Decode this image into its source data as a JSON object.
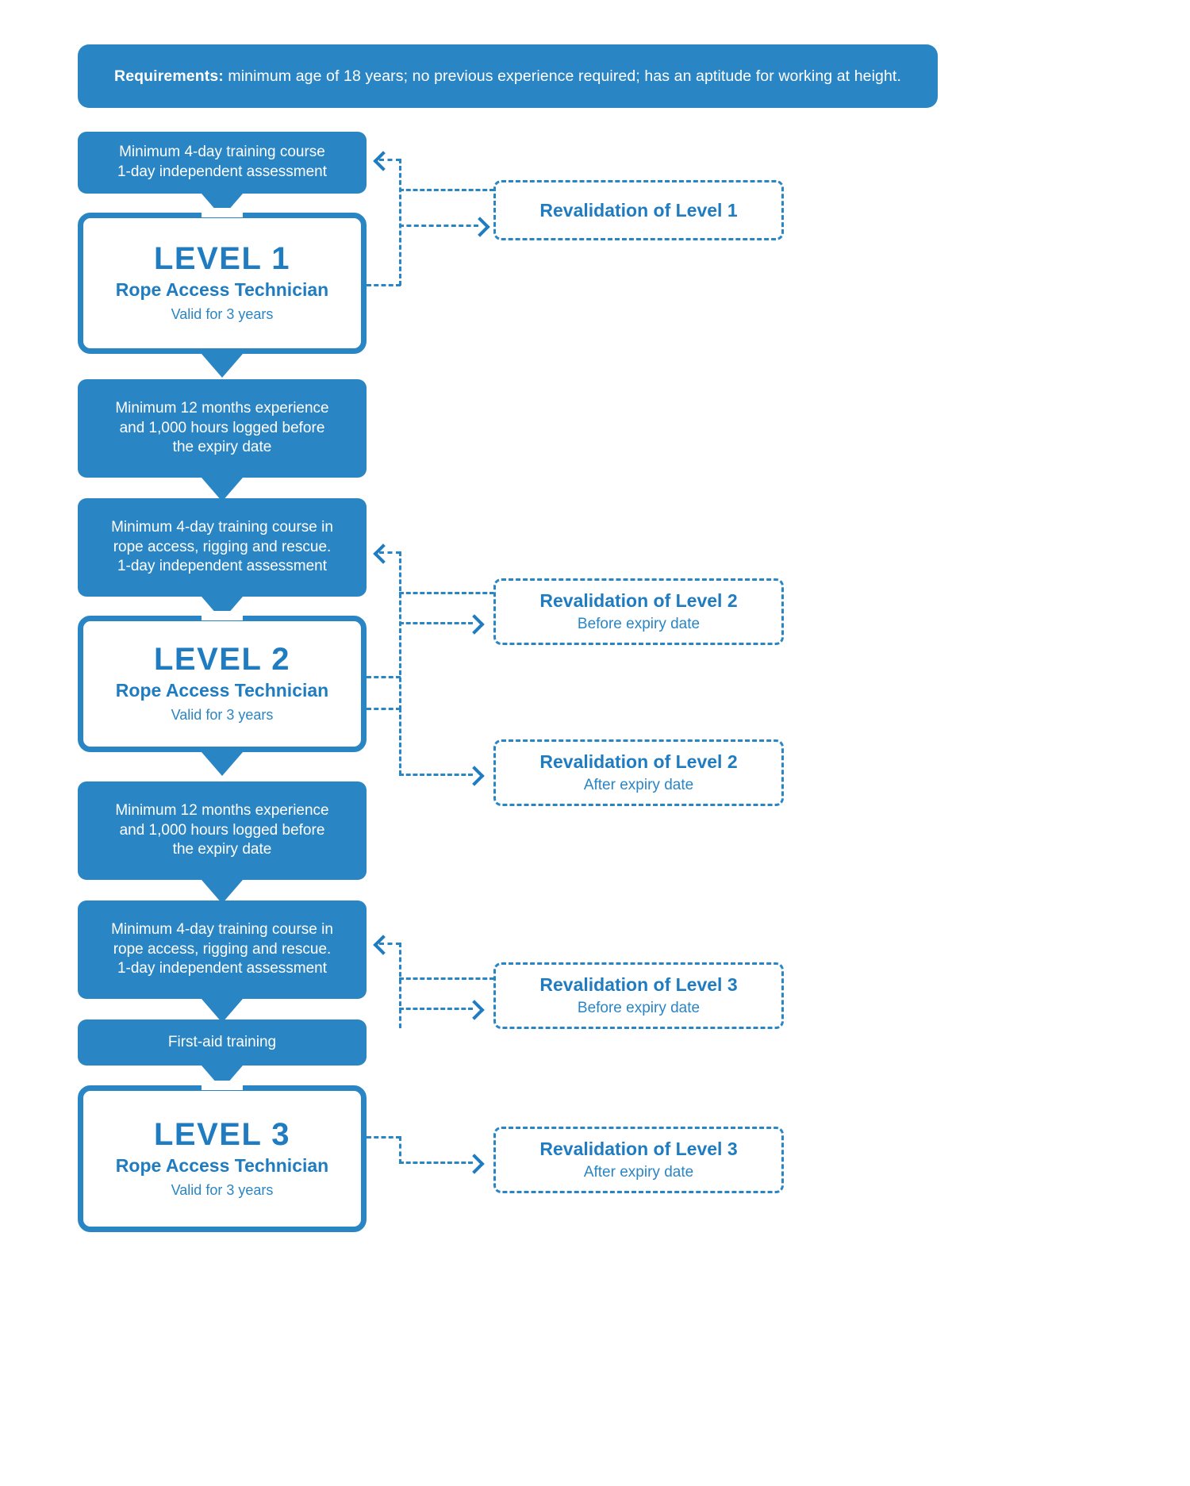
{
  "colors": {
    "primary_blue": "#2a85c4",
    "text_blue": "#1f7cc0",
    "white": "#ffffff"
  },
  "header": {
    "label": "Requirements:",
    "text": " minimum age of 18 years; no previous experience required; has an aptitude for working at height."
  },
  "steps": {
    "l1_training_line1": "Minimum 4-day training course",
    "l1_training_line2": "1-day independent assessment",
    "l1_experience_line1": "Minimum 12 months experience",
    "l1_experience_line2": "and 1,000 hours logged before",
    "l1_experience_line3": "the expiry date",
    "l2_training_line1": "Minimum 4-day training course in",
    "l2_training_line2": "rope access, rigging and rescue.",
    "l2_training_line3": "1-day independent assessment",
    "l2_experience_line1": "Minimum 12 months experience",
    "l2_experience_line2": "and 1,000 hours logged before",
    "l2_experience_line3": "the expiry date",
    "l3_training_line1": "Minimum 4-day training course in",
    "l3_training_line2": "rope access, rigging and rescue.",
    "l3_training_line3": "1-day independent assessment",
    "first_aid": "First-aid training"
  },
  "levels": [
    {
      "title": "LEVEL 1",
      "subtitle": "Rope Access Technician",
      "validity": "Valid for 3 years"
    },
    {
      "title": "LEVEL 2",
      "subtitle": "Rope Access Technician",
      "validity": "Valid for 3 years"
    },
    {
      "title": "LEVEL 3",
      "subtitle": "Rope Access Technician",
      "validity": "Valid for 3 years"
    }
  ],
  "revalidations": [
    {
      "title": "Revalidation of Level 1",
      "subtitle": ""
    },
    {
      "title": "Revalidation of Level 2",
      "subtitle": "Before expiry date"
    },
    {
      "title": "Revalidation of Level 2",
      "subtitle": "After expiry date"
    },
    {
      "title": "Revalidation of Level 3",
      "subtitle": "Before expiry date"
    },
    {
      "title": "Revalidation of Level 3",
      "subtitle": "After expiry date"
    }
  ]
}
